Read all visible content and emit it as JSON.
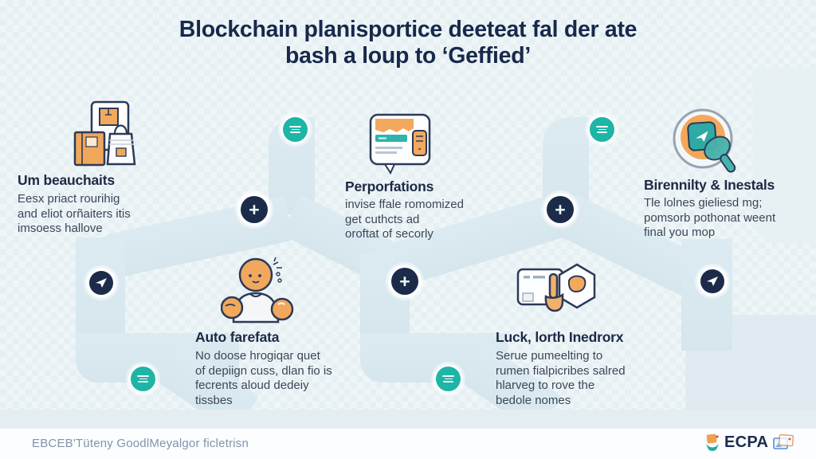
{
  "title": {
    "line1": "Blockchain planisportice deeteat fal der ate",
    "line2": "bash a loup to ‘Geffied’"
  },
  "sections": [
    {
      "heading": "Um beauchaits",
      "body": "Eesx priact rourihig\nand eliot orñaiters itis\nimsoess hallove",
      "icon": "package-box-icon"
    },
    {
      "heading": "Perporfations",
      "body": "invise ffale romomized\nget cuthcts ad\noroftat of secorly",
      "icon": "browser-form-icon"
    },
    {
      "heading": "Birennilty & Inestals",
      "body": "Tle lolnes gieliesd mg;\npomsorb pothonat weent\nfinal you mop",
      "icon": "magnifier-plane-icon"
    },
    {
      "heading": "Auto farefata",
      "body": "No doose hrogiqar quet\nof depiign cuss, dlan fio is\nfecrents aloud dedeiy\ntissbes",
      "icon": "person-icon"
    },
    {
      "heading": "Luck, lorth Inedrorx",
      "body": "Serue pumeelting to\nrumen fialpicribes salred\nhlarveg to rove the\nbedole nomes",
      "icon": "verify-click-icon"
    }
  ],
  "nodes": {
    "plus": "+"
  },
  "footer": {
    "credit": "EBCEB'Tüteny GoodlMeyalgor ficletrisn",
    "brand": "ECPA"
  },
  "colors": {
    "teal": "#1db5a5",
    "navy_node": "#1c2b49",
    "ribbon": "#d9e8ee",
    "accent_orange": "#f0a75a",
    "title_text": "#18294b",
    "body_text": "#3c4658",
    "footer_text": "#8094ab"
  }
}
